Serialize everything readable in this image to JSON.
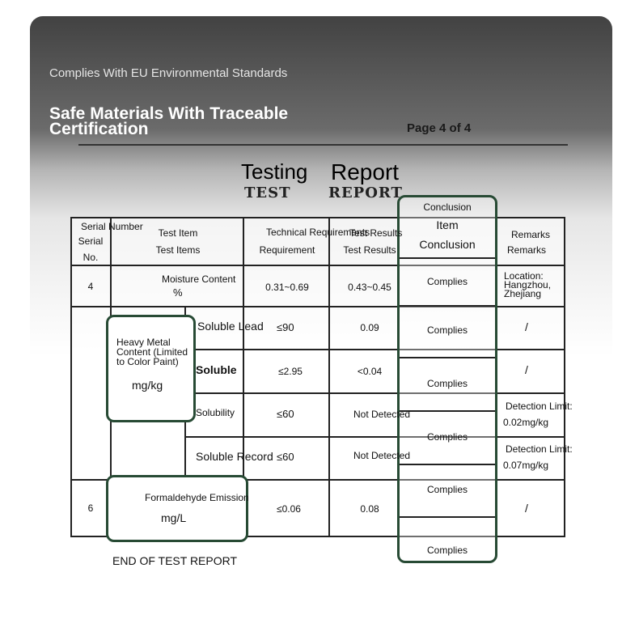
{
  "header": {
    "tagline": "Complies With EU Environmental Standards",
    "headline": "Safe Materials With Traceable Certification",
    "page_label": "Page 4 of 4"
  },
  "report": {
    "title_testing": "Testing",
    "title_report": "Report",
    "title_testing_en": "TEST",
    "title_report_en": "REPORT"
  },
  "columns": {
    "serial_a": "Serial Number",
    "serial_b": "Serial",
    "serial_c": "No.",
    "item_a": "Test Item",
    "item_b": "Test Items",
    "req_a": "Technical Requirements",
    "req_b": "Requirement",
    "res_a": "Test Results",
    "res_b": "Test Results",
    "conc_a": "Conclusion",
    "conc_b": "Item",
    "conc_c": "Conclusion",
    "rem_a": "Remarks",
    "rem_b": "Remarks"
  },
  "rows": {
    "moisture": {
      "serial": "4",
      "item": "Moisture Content",
      "unit": "%",
      "requirement": "0.31~0.69",
      "result": "0.43~0.45",
      "conclusion": "Complies",
      "remark": "Location: Hangzhou, Zhejiang"
    },
    "heavy_metal": {
      "label": "Heavy Metal Content (Limited to Color Paint)",
      "unit": "mg/kg",
      "sub": [
        {
          "item": "Soluble Lead",
          "requirement": "≤90",
          "result": "0.09",
          "conclusion": "Complies",
          "remark": "/"
        },
        {
          "item": "Soluble",
          "requirement": "≤2.95",
          "result": "<0.04",
          "conclusion": "Complies",
          "remark": "/"
        },
        {
          "item": "Solubility",
          "requirement": "≤60",
          "result": "Not Detected",
          "conclusion": "Complies",
          "remark": "Detection Limit:",
          "remark2": "0.02mg/kg"
        },
        {
          "item": "Soluble Record",
          "requirement": "≤60",
          "result": "Not Detected",
          "conclusion": "Complies",
          "remark": "Detection Limit:",
          "remark2": "0.07mg/kg"
        }
      ]
    },
    "formaldehyde": {
      "serial": "6",
      "item": "Formaldehyde Emission",
      "unit": "mg/L",
      "requirement": "≤0.06",
      "result": "0.08",
      "conclusion": "Complies",
      "remark": "/"
    }
  },
  "footer": {
    "end_note": "END OF TEST REPORT"
  }
}
